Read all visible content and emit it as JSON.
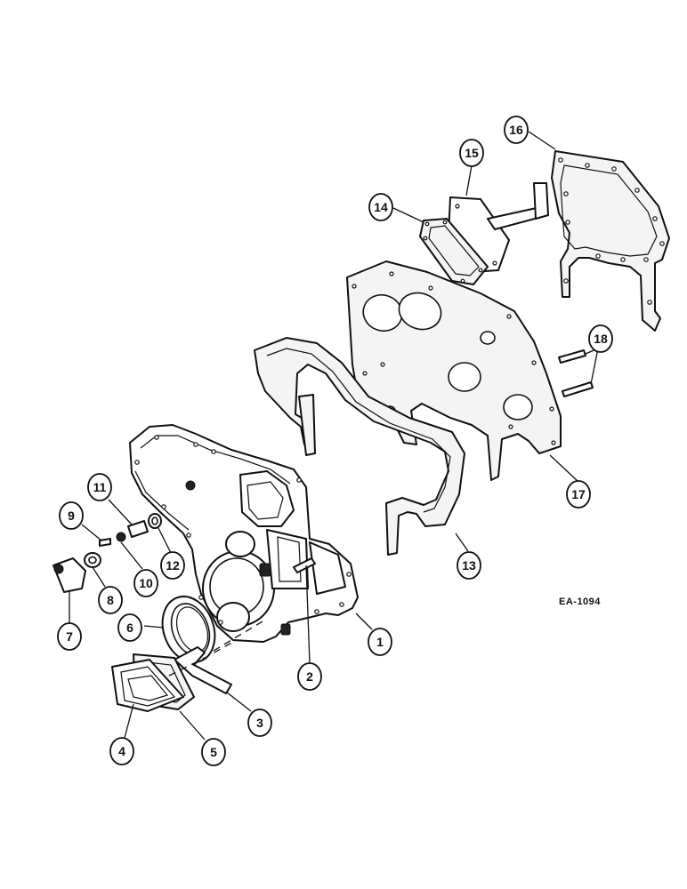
{
  "figure_ref": "EA-1094",
  "callouts": {
    "c1": "1",
    "c2": "2",
    "c3": "3",
    "c4": "4",
    "c5": "5",
    "c6": "6",
    "c7": "7",
    "c8": "8",
    "c9": "9",
    "c10": "10",
    "c11": "11",
    "c12": "12",
    "c13": "13",
    "c14": "14",
    "c15": "15",
    "c16": "16",
    "c17": "17",
    "c18": "18"
  }
}
